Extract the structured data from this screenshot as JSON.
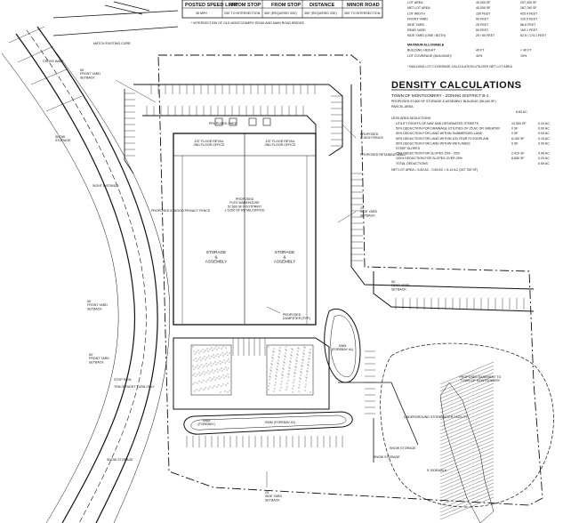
{
  "top_table": {
    "headers": [
      "POSTED SPEED LIMIT",
      "FROM STOP",
      "FROM STOP",
      "DISTANCE",
      "MINOR ROAD"
    ],
    "row": [
      "35 MPH",
      "250' TO INTERSECTION",
      "350' (REQUIRED 335')",
      "350' (REQUIRED 335')",
      "350' TO INTERSECTION"
    ],
    "footnote": "* INTERSECTION OF OLD MONTGOMERY ROAD AND MAIN ROAD BRIDGE"
  },
  "bulk_table": {
    "rows": [
      {
        "label": "LOT AREA",
        "required": "40,000 SF",
        "provided": "297,400 SF"
      },
      {
        "label": "NET LOT AREA",
        "required": "40,000 SF",
        "provided": "267,760 SF"
      },
      {
        "label": "LOT WIDTH",
        "required": "150 FEET",
        "provided": "425.4 FEET"
      },
      {
        "label": "FRONT YARD",
        "required": "50 FEET",
        "provided": "120.5 FEET"
      },
      {
        "label": "SIDE YARD",
        "required": "25 FEET",
        "provided": "98.5 FEET"
      },
      {
        "label": "REAR YARD",
        "required": "50 FEET",
        "provided": "150.1 FEET"
      },
      {
        "label": "SIDE YARD (ONE / BOTH)",
        "required": "25 / 60 FEET",
        "provided": "62.5 / 174.1 FEET"
      }
    ],
    "max_allowed_heading": "MAXIMUM ALLOWABLE",
    "max_rows": [
      {
        "label": "BUILDING HEIGHT",
        "required": "40 FT",
        "provided": "< 40 FT"
      },
      {
        "label": "LOT COVERAGE (BUILDING)*",
        "required": "40%",
        "provided": "19%"
      }
    ],
    "footnote": "* BUILDING LOT COVERAGE CALCULATION UTILIZES NET LOT AREA"
  },
  "density": {
    "title": "DENSITY CALCULATIONS",
    "line1": "TOWN OF MONTGOMERY - ZONING DISTRICT B-1",
    "line2": "PROPOSED 57,600 SF STORAGE & ASSEMBLY BUILDING (58,160 SF)",
    "parcel_label": "PARCEL AREA",
    "parcel_area": "6.83 AC",
    "deductions_heading": "LESS AREA DEDUCTIONS",
    "rows": [
      {
        "label": "UTILITY RIGHTS-OF-WAY AND DESIGNATED STREETS",
        "sf": "10,500 SF",
        "ac": "0.24 AC"
      },
      {
        "label": "50% DEDUCTION FOR DRAINAGE UTILITIES OF 25 AC OR GREATER",
        "sf": "0 SF",
        "ac": "0.00 AC"
      },
      {
        "label": "50% DEDUCTION FOR LAND WITHIN SUBMERGED LAND",
        "sf": "0 SF",
        "ac": "0.00 AC"
      },
      {
        "label": "50% DEDUCTION FOR LAND WITHIN 100-YEAR FLOODPLAIN",
        "sf": "8,160 SF",
        "ac": "0.19 AC"
      },
      {
        "label": "50% DEDUCTION FOR LAND WITHIN WETLANDS",
        "sf": "0 SF",
        "ac": "0.00 AC"
      },
      {
        "label": "STEEP SLOPES",
        "sf": "",
        "ac": ""
      },
      {
        "label": "25% DEDUCTION FOR SLOPES 15% - 25%",
        "sf": "2,410 SF",
        "ac": "0.06 AC"
      },
      {
        "label": "100% DEDUCTION FOR SLOPES OVER 25%",
        "sf": "8,560 SF",
        "ac": "0.20 AC"
      },
      {
        "label": "TOTAL DEDUCTIONS",
        "sf": "",
        "ac": "0.69 AC"
      }
    ],
    "net_area": "NET LOT AREA = 6.83 AC - 0.69 AC = 6.14 AC (267,760 SF)"
  },
  "site_labels": {
    "retail_left": "1ST FLOOR RETAIL\n2ND FLOOR OFFICE",
    "retail_right": "1ST FLOOR RETAIL\n2ND FLOOR OFFICE",
    "building": "PROPOSED\nFLEX WAREHOUSE\n57,600 SF FOOTPRINT\n± 5,000 SF RETAIL/OFFICE",
    "storage_left": "STORAGE\n&\nASSEMBLY",
    "storage_right": "STORAGE\n&\nASSEMBLY",
    "swm_right": "SWM\n(FOREBAY #1)",
    "swm_bottom": "SWM (FOREBAY #2)",
    "swm_left": "SWM\n(FOREBAY)",
    "snow_storage_left": "SNOW\nSTORAGE",
    "snow_storage_mid": "SNOW STORAGE",
    "snow_storage_bottom": "SNOW STORAGE",
    "snow_storage_right": "SNOW STORAGE",
    "front_setback": "50'\nFRONT YARD\nSETBACK",
    "side_setback_right": "25'\nSIDE YARD\nSETBACK",
    "rear_setback": "50'\nREAR YARD\nSETBACK",
    "side_setback_bottom": "25'\nSIDE YARD\nSETBACK",
    "dumpster": "PROPOSED\nDUMPSTER (TYP.)",
    "retaining_wall": "PROPOSED RETAINING WALL",
    "fence": "PROPOSED\n6' HIGH FENCE",
    "shed": "PROPOSED SHED",
    "stop_sign": "STOP SIGN",
    "truck_sign": "TRUCK RIGHT TURN ONLY",
    "crosswalk": "CROSS WALK",
    "sight_distance": "SIGHT DISTANCE",
    "wood_fence": "PROPOSED 6' WOOD PRIVACY FENCE",
    "easement": "PROPOSED EASEMENT TO\nTOWN OF MONTGOMERY",
    "existing_curb": "MATCH EXISTING CURB",
    "b_sidewalk": "5' SIDEWALK",
    "stormwater": "UNDERGROUND STORMWATER FACILITY"
  }
}
